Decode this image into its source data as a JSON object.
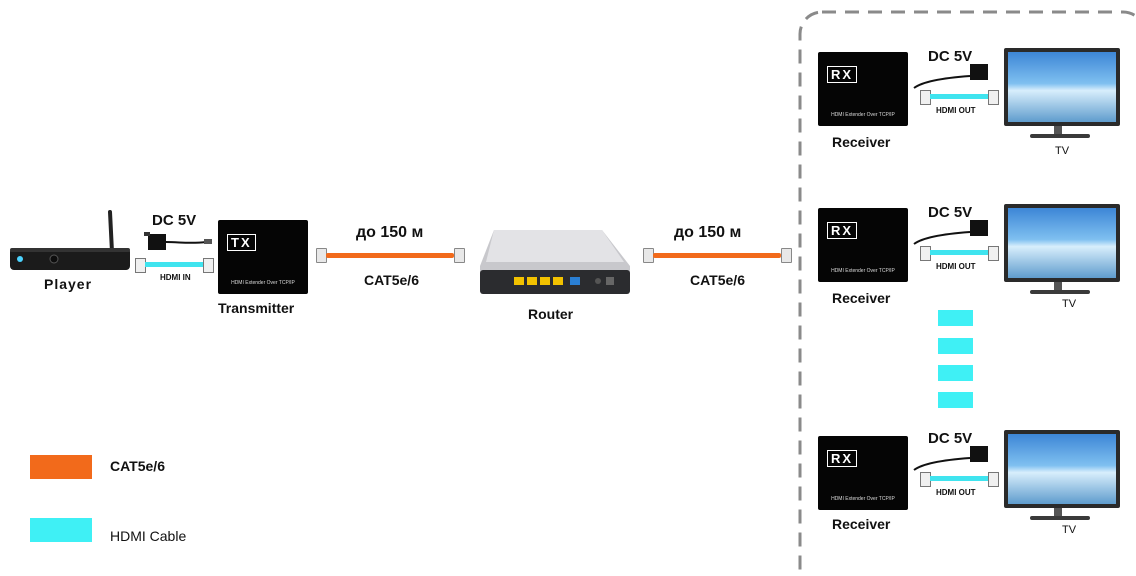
{
  "colors": {
    "cat": "#f26a1b",
    "hdmi": "#3fe4ef",
    "border": "#888888"
  },
  "labels": {
    "player": "Player",
    "transmitter": "Transmitter",
    "router": "Router",
    "receiver": "Receiver",
    "tv": "TV",
    "dc": "DC 5V",
    "hdmi_in": "HDMI IN",
    "hdmi_out": "HDMI OUT",
    "distance": "до 150 м",
    "cat": "CAT5e/6",
    "device_caption": "HDMI Extender Over TCP/IP",
    "tx_badge": "TX",
    "rx_badge": "RX"
  },
  "legend": [
    {
      "label": "CAT5e/6",
      "color": "#f26a1b"
    },
    {
      "label": "HDMI Cable",
      "color": "#3fe4ef"
    }
  ]
}
